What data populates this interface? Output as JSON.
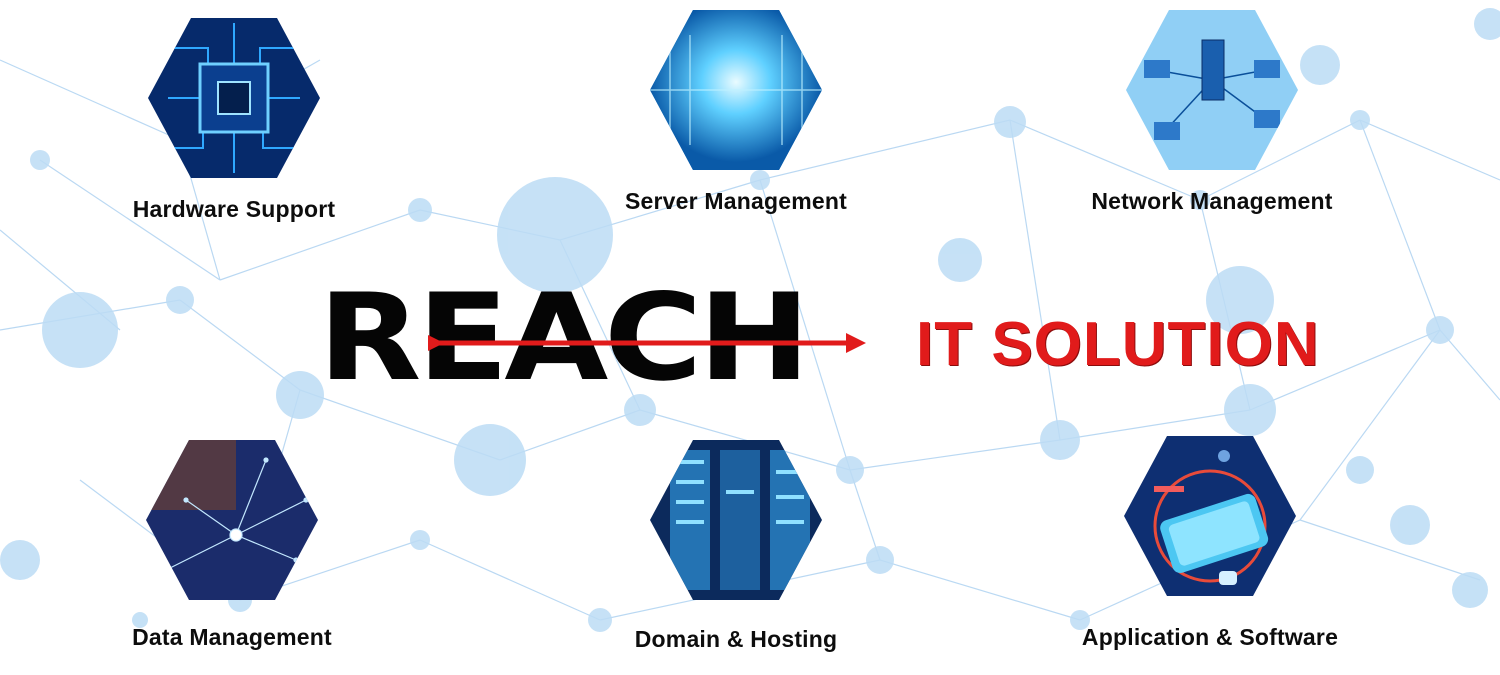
{
  "brand": {
    "name": "REACH",
    "tagline": "IT SOLUTION",
    "colors": {
      "black": "#050505",
      "red": "#e11b1b",
      "bubble": "#b9dcf6",
      "line": "#9cc6ea"
    }
  },
  "services": [
    {
      "label": "Hardware Support",
      "icon": "circuit-chip-icon"
    },
    {
      "label": "Server Management",
      "icon": "server-room-icon"
    },
    {
      "label": "Network Management",
      "icon": "network-devices-icon"
    },
    {
      "label": "Data Management",
      "icon": "data-touch-icon"
    },
    {
      "label": "Domain & Hosting",
      "icon": "server-rack-icon"
    },
    {
      "label": "Application & Software",
      "icon": "mobile-app-icon"
    }
  ]
}
